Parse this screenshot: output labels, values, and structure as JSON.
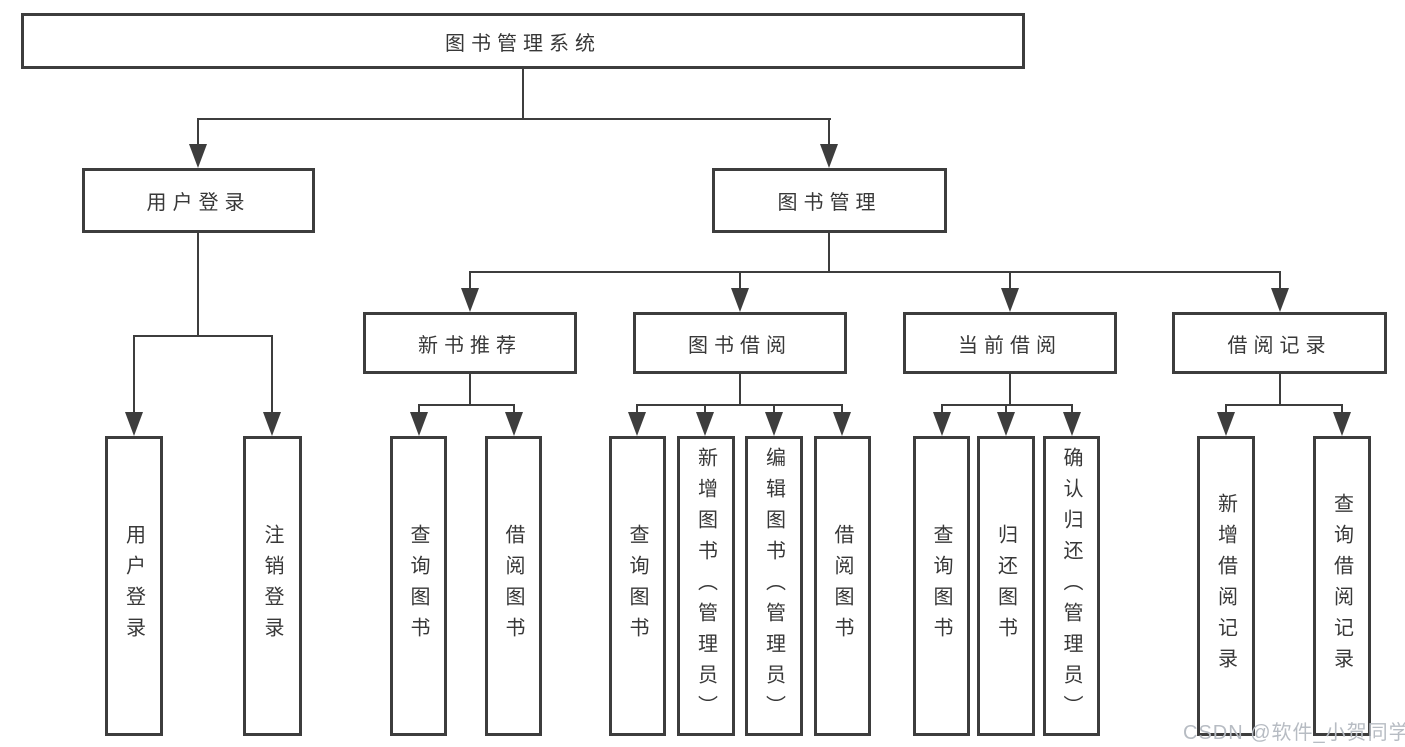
{
  "diagram_title": "图书管理系统",
  "colors": {
    "line": "#3d3d3d",
    "text": "#383838",
    "background": "#ffffff",
    "watermark_text": "#b7bcc3"
  },
  "nodes": {
    "root": {
      "label": "图书管理系统"
    },
    "user_login": {
      "label": "用户登录"
    },
    "book_mgmt": {
      "label": "图书管理"
    },
    "new_book_rec": {
      "label": "新书推荐"
    },
    "book_borrow": {
      "label": "图书借阅"
    },
    "current_borrow": {
      "label": "当前借阅"
    },
    "borrow_records": {
      "label": "借阅记录"
    },
    "leaf_user_login": {
      "label": "用户登录"
    },
    "leaf_logout": {
      "label": "注销登录"
    },
    "leaf_query_books_rec": {
      "label": "查询图书"
    },
    "leaf_borrow_books_rec": {
      "label": "借阅图书"
    },
    "leaf_query_books_borrow": {
      "label": "查询图书"
    },
    "leaf_add_books": {
      "label": "新增图书（管理员）"
    },
    "leaf_edit_books": {
      "label": "编辑图书（管理员）"
    },
    "leaf_borrow_books": {
      "label": "借阅图书"
    },
    "leaf_query_books_current": {
      "label": "查询图书"
    },
    "leaf_return_books": {
      "label": "归还图书"
    },
    "leaf_confirm_return": {
      "label": "确认归还（管理员）"
    },
    "leaf_add_borrow_record": {
      "label": "新增借阅记录"
    },
    "leaf_query_borrow_record": {
      "label": "查询借阅记录"
    }
  },
  "watermark": "CSDN @软件_小贺同学"
}
